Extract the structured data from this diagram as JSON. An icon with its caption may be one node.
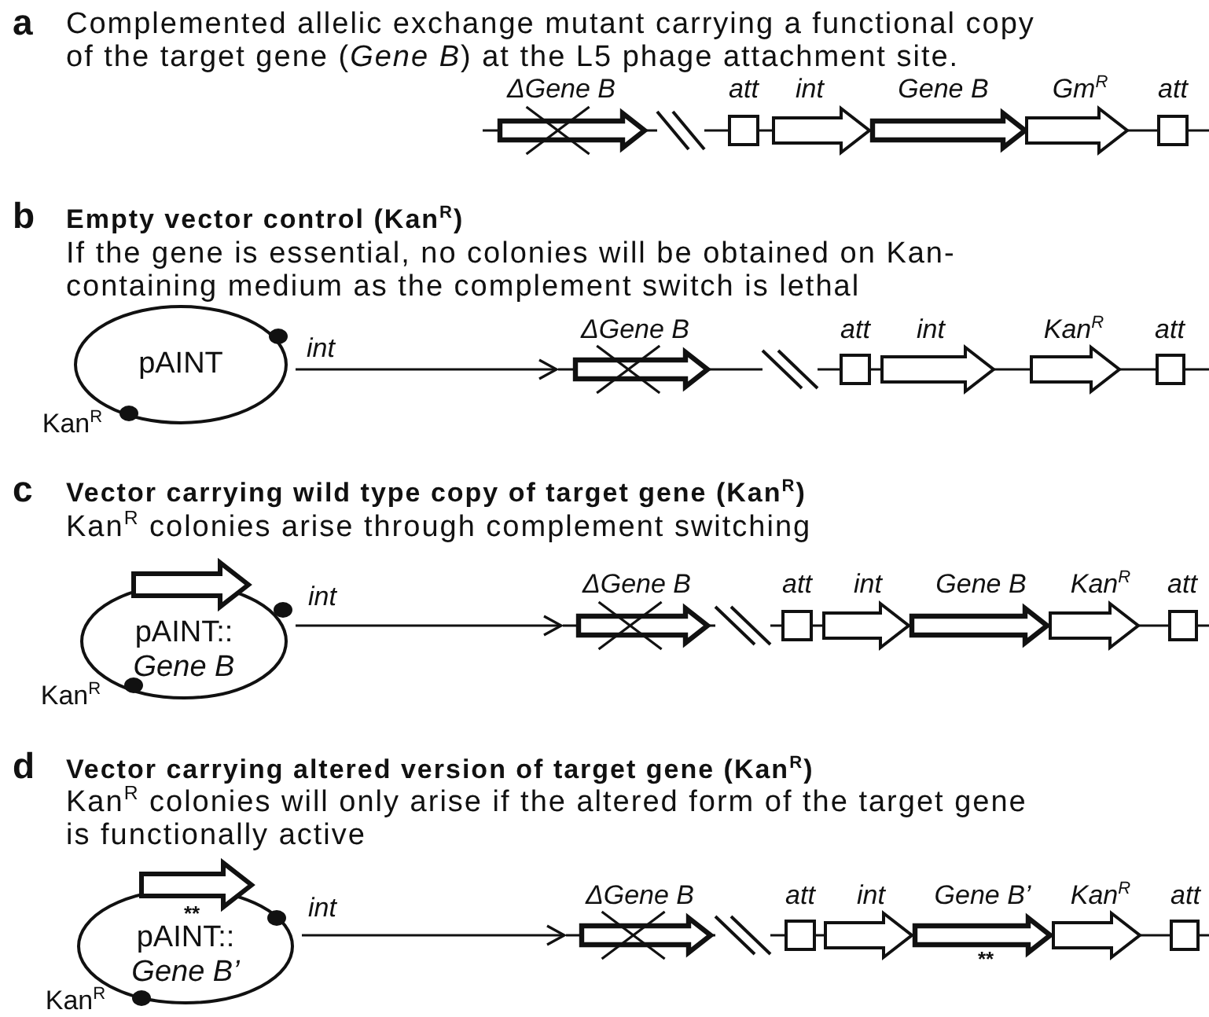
{
  "diagram": {
    "nodes": [
      {
        "text": [
          "pAINT"
        ]
      },
      {
        "text": [],
        "shape": "bar",
        "beside": [
          "ΔGene B",
          "att",
          "int",
          "Kan$^{R}$",
          "att"
        ]
      },
      {
        "text": [
          "pAINT:: *Gene B*"
        ]
      },
      {
        "text": [],
        "shape": "bar",
        "beside": [
          "ΔGene B",
          "att",
          "int",
          "Gene B",
          "Kan$^{R}$",
          "att"
        ]
      },
      {
        "text": [
          "pAINT:: *Gene B’*"
        ]
      },
      {
        "text": [],
        "shape": "bar",
        "beside": [
          "ΔGene B",
          "att",
          "int",
          "Gene B’",
          "Kan$^{R}$",
          "att"
        ]
      }
    ],
    "edges": [
      {
        "from": 0,
        "to": 1,
        "arrow": "to"
      },
      {
        "from": 2,
        "to": 3,
        "arrow": "to"
      },
      {
        "from": 4,
        "to": 5,
        "arrow": "to"
      }
    ],
    "labels": [
      "a",
      "Complemented allelic exchange mutant carrying a functional copy of the target gene (*Gene B*) at the L5 phage attachment site.",
      "ΔGene B",
      "att",
      "int",
      "Gene B",
      "Gm$^{R}$",
      "att",
      "b",
      "Empty vector control (Kan$^{R}$)",
      "If the gene is essential, no colonies will be obtained on Kan-containing medium as the complement switch is lethal",
      "int",
      "Kan$^{R}$",
      "c",
      "Vector carrying wild type copy of target gene (Kan$^{R}$)",
      "Kan$^{R}$ colonies arise through complement switching",
      "int",
      "Kan$^{R}$",
      "d",
      "Vector carrying altered version of target gene (Kan$^{R}$)",
      "Kan$^{R}$ colonies will only arise if the altered form of the target gene is functionally active",
      "**",
      "int",
      "Kan$^{R}$",
      "**"
    ]
  }
}
